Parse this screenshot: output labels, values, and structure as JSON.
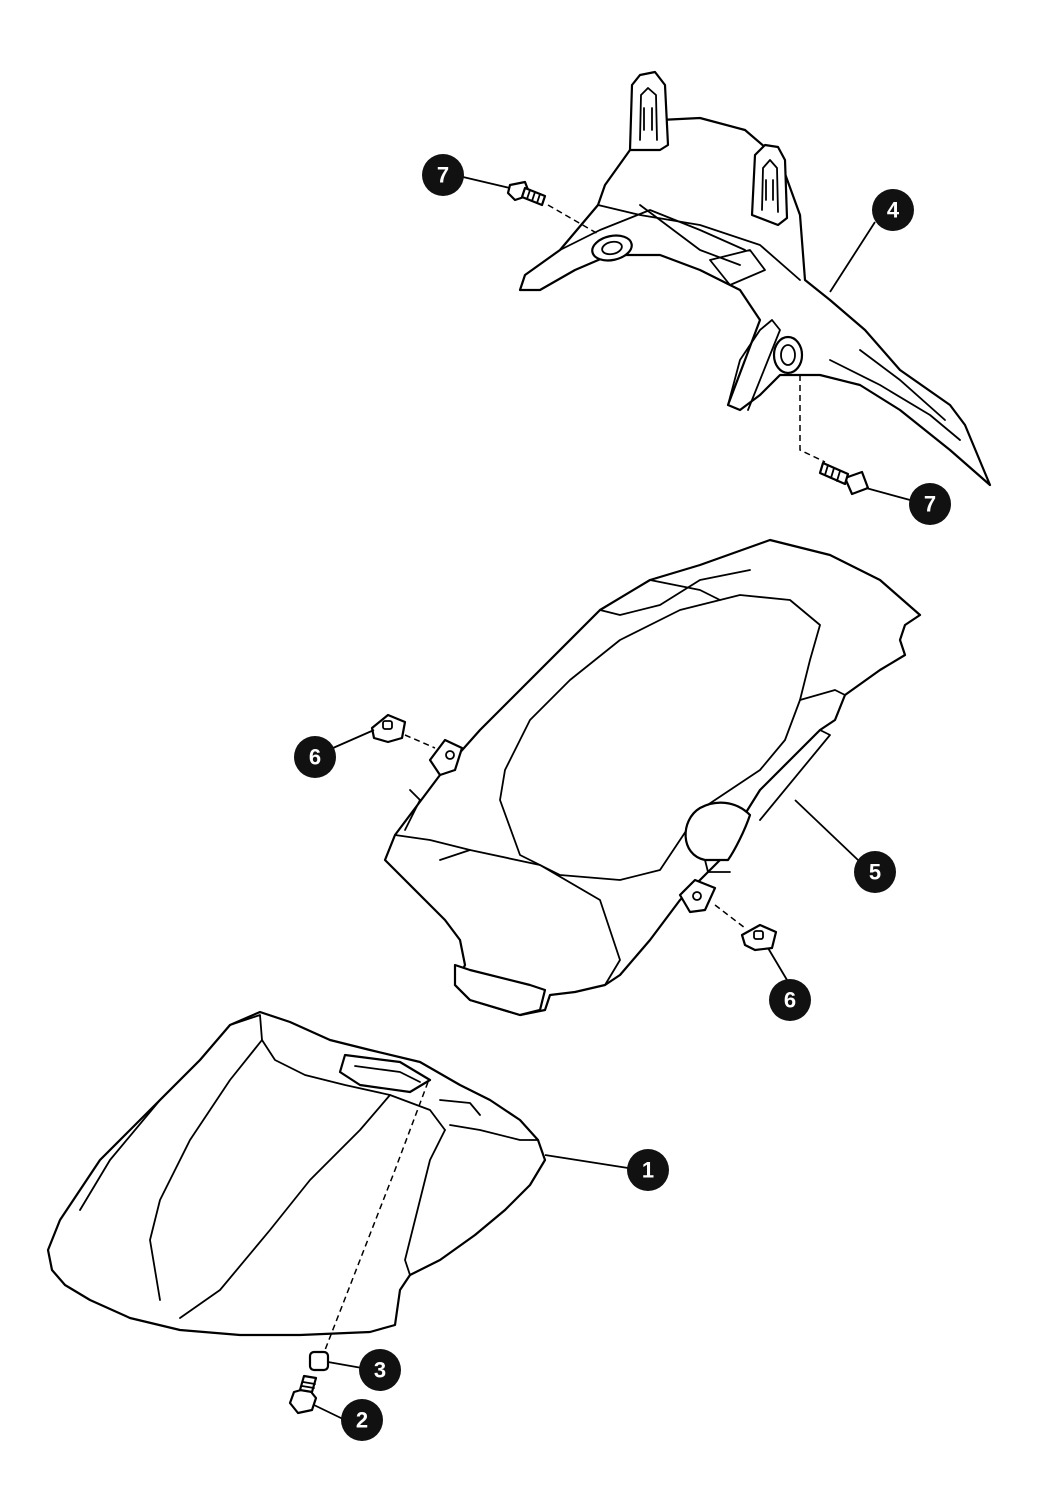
{
  "callouts": {
    "c1": "1",
    "c2": "2",
    "c3": "3",
    "c4": "4",
    "c5": "5",
    "c6a": "6",
    "c6b": "6",
    "c7a": "7",
    "c7b": "7"
  }
}
